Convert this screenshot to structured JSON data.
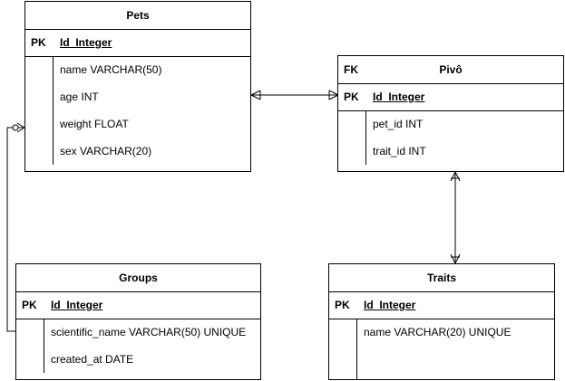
{
  "entities": {
    "pets": {
      "name": "Pets",
      "pk_label": "PK",
      "pk_field": "Id_Integer",
      "attributes": [
        "name VARCHAR(50)",
        "age INT",
        "weight FLOAT",
        "sex VARCHAR(20)"
      ]
    },
    "pivo": {
      "fk_label": "FK",
      "name": "Pivô",
      "pk_label": "PK",
      "pk_field": "Id_Integer",
      "attributes": [
        "pet_id INT",
        "trait_id INT"
      ]
    },
    "groups": {
      "name": "Groups",
      "pk_label": "PK",
      "pk_field": "Id_Integer",
      "attributes": [
        "scientific_name VARCHAR(50) UNIQUE",
        "created_at DATE"
      ]
    },
    "traits": {
      "name": "Traits",
      "pk_label": "PK",
      "pk_field": "Id_Integer",
      "attributes": [
        "name VARCHAR(20) UNIQUE"
      ]
    }
  },
  "relationships": [
    {
      "from": "Pets",
      "to": "Pivô",
      "from_card": "one-or-many",
      "to_card": "one-or-many"
    },
    {
      "from": "Pivô",
      "to": "Traits",
      "from_card": "one-or-many",
      "to_card": "one-or-many"
    },
    {
      "from": "Groups",
      "to": "Pets",
      "from_card": "one",
      "to_card": "zero-or-many"
    }
  ],
  "colors": {
    "stroke": "#000000",
    "background": "#ffffff",
    "text": "#000000"
  }
}
